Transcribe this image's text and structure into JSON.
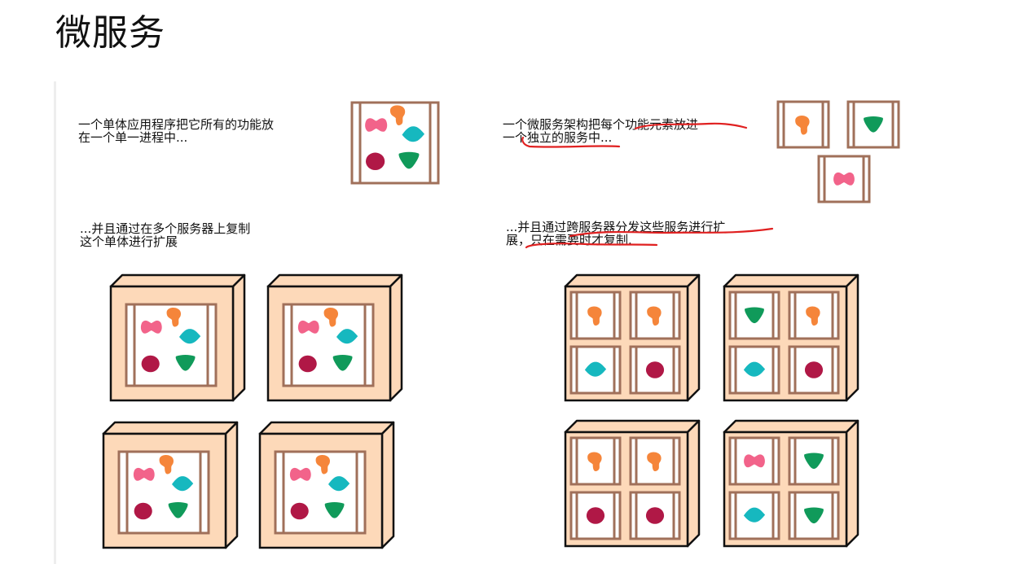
{
  "page": {
    "title": "微服务"
  },
  "captions": {
    "monolith_single": [
      "一个单体应用程序把它所有的功能放",
      "在一个单一进程中..."
    ],
    "micro_single": [
      "一个微服务架构把每个功能元素放进",
      "一个独立的服务中..."
    ],
    "monolith_scale": [
      "...并且通过在多个服务器上复制",
      "这个单体进行扩展"
    ],
    "micro_scale": [
      "...并且通过跨服务器分发这些服务进行扩",
      "展，只在需要时才复制."
    ]
  },
  "colors": {
    "frame": "#a0705a",
    "server_fill": "#fdd9b9",
    "pink": "#f2638a",
    "orange": "#f5853a",
    "teal": "#16b8bf",
    "green": "#109a5a",
    "crimson": "#b01846",
    "annotation_red": "#e02020"
  },
  "icons": {
    "pink": "pink-bowtie-icon",
    "orange": "orange-blob-icon",
    "teal": "teal-diamond-icon",
    "green": "green-triangle-icon",
    "crimson": "crimson-circle-icon"
  },
  "micro_servers": [
    [
      "orange",
      "orange",
      "teal",
      "crimson"
    ],
    [
      "green",
      "orange",
      "teal",
      "crimson"
    ],
    [
      "orange",
      "orange",
      "crimson",
      "crimson"
    ],
    [
      "pink",
      "green",
      "teal",
      "green"
    ]
  ],
  "micro_single_services": [
    "orange",
    "green",
    "pink"
  ]
}
